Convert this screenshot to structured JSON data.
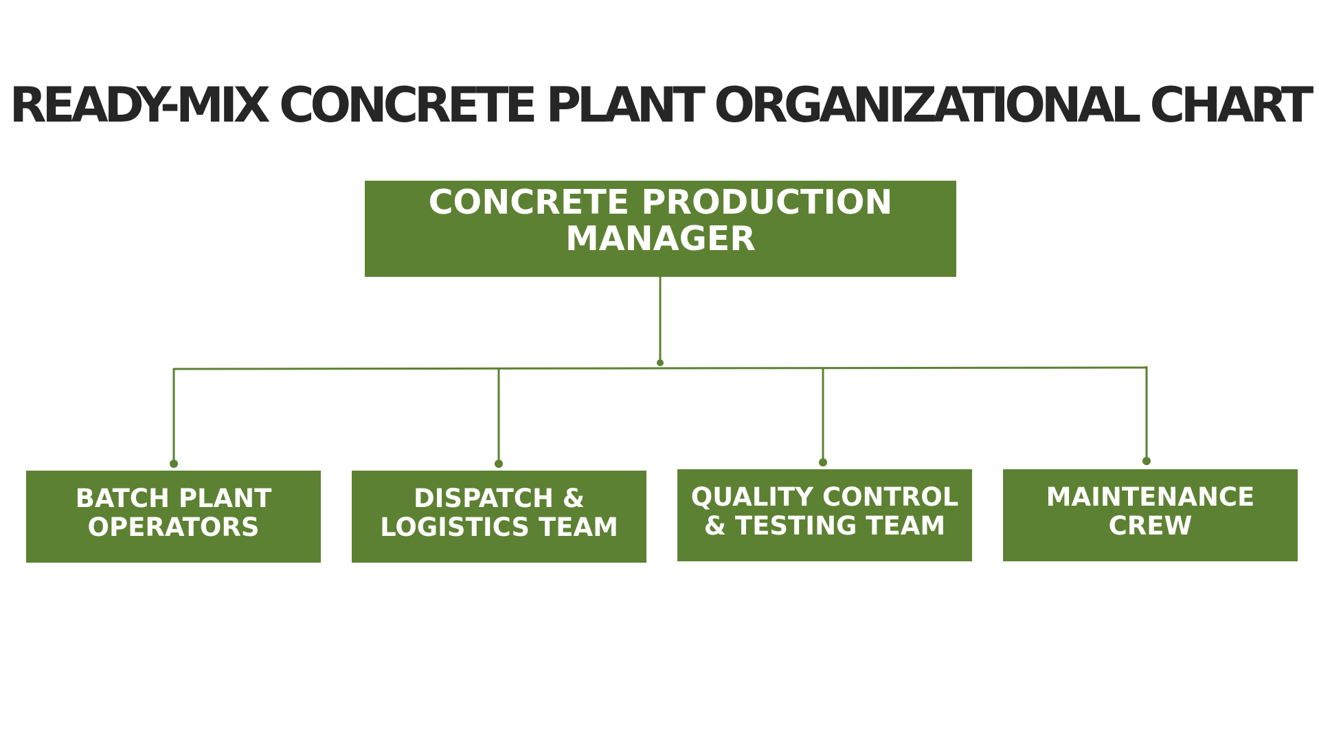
{
  "title": "READY-MIX CONCRETE PLANT ORGANIZATIONAL CHART",
  "colors": {
    "box_fill": "#5d8132",
    "connector": "#5d8132",
    "title_text": "#262626",
    "box_text": "#ffffff"
  },
  "root": {
    "label": "CONCRETE PRODUCTION MANAGER"
  },
  "children": [
    {
      "label": "BATCH PLANT OPERATORS"
    },
    {
      "label": "DISPATCH & LOGISTICS TEAM"
    },
    {
      "label": "QUALITY CONTROL & TESTING TEAM"
    },
    {
      "label": "MAINTENANCE CREW"
    }
  ]
}
